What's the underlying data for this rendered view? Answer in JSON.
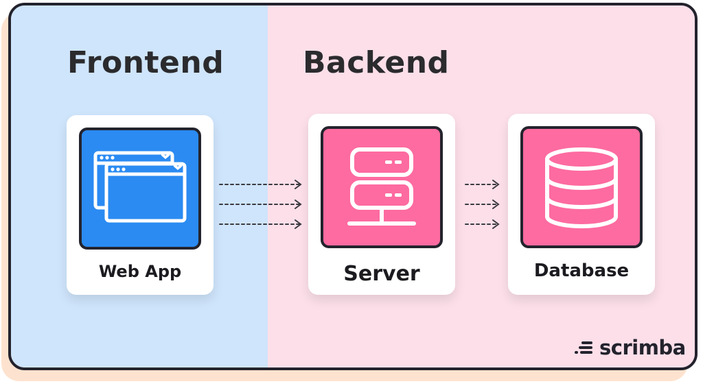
{
  "sections": {
    "frontend_title": "Frontend",
    "backend_title": "Backend"
  },
  "nodes": {
    "web_app": "Web App",
    "server": "Server",
    "database": "Database"
  },
  "brand": {
    "name": "scrimba"
  },
  "icons": {
    "web_app": "browser-windows-icon",
    "server": "server-icon",
    "database": "database-icon"
  },
  "colors": {
    "frontend_bg": "#cfe5fb",
    "backend_bg": "#fcdfe9",
    "web_app_tile": "#2b8bf2",
    "server_tile": "#fd6ba0",
    "database_tile": "#fd6ba0",
    "outline": "#23232d"
  }
}
